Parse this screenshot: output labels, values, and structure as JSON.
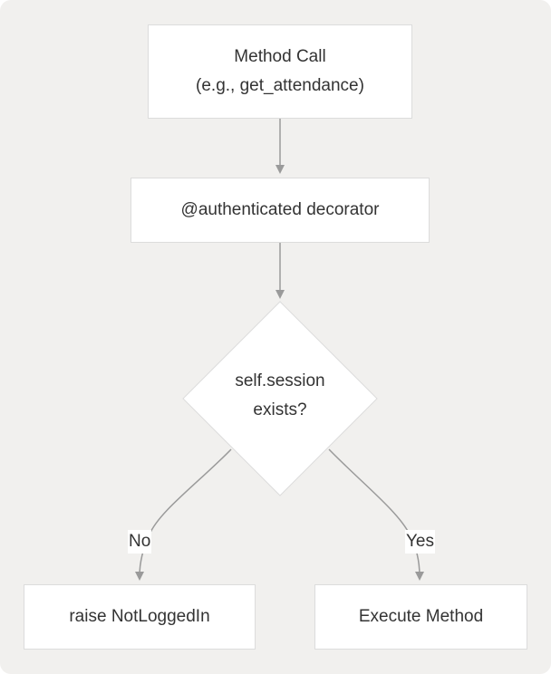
{
  "diagram": {
    "type": "flowchart",
    "colors": {
      "background": "#f1f0ee",
      "node_fill": "#ffffff",
      "node_border": "#dcdcdc",
      "edge": "#9a9a9a",
      "text": "#333333"
    },
    "nodes": {
      "method_call": {
        "line1": "Method Call",
        "line2": "(e.g., get_attendance)"
      },
      "decorator": {
        "label": "@authenticated decorator"
      },
      "decision": {
        "line1": "self.session",
        "line2": "exists?"
      },
      "raise": {
        "label": "raise NotLoggedIn"
      },
      "execute": {
        "label": "Execute Method"
      }
    },
    "edges": [
      {
        "from": "method_call",
        "to": "decorator",
        "label": ""
      },
      {
        "from": "decorator",
        "to": "decision",
        "label": ""
      },
      {
        "from": "decision",
        "to": "raise",
        "label": "No"
      },
      {
        "from": "decision",
        "to": "execute",
        "label": "Yes"
      }
    ]
  }
}
